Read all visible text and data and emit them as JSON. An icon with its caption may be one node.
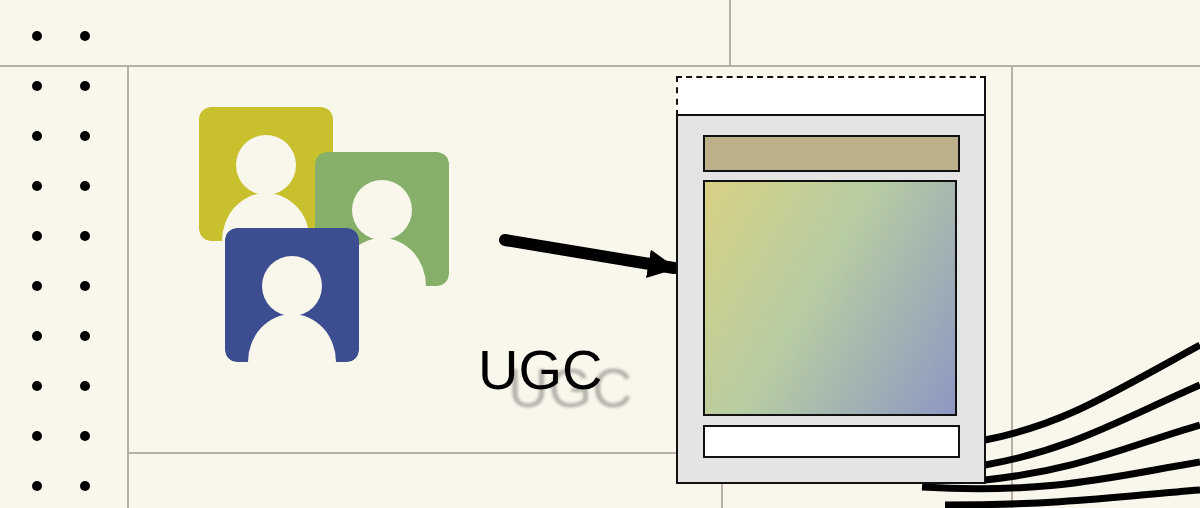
{
  "diagram": {
    "nodes": [
      {
        "text": [],
        "shape": "person"
      },
      {
        "text": [],
        "shape": "person"
      },
      {
        "text": [],
        "shape": "person"
      },
      {
        "text": [],
        "shape": "box"
      }
    ],
    "edges": [
      {
        "from": null,
        "to": 3,
        "arrow": "to"
      }
    ],
    "labels": [
      "UGC"
    ]
  }
}
